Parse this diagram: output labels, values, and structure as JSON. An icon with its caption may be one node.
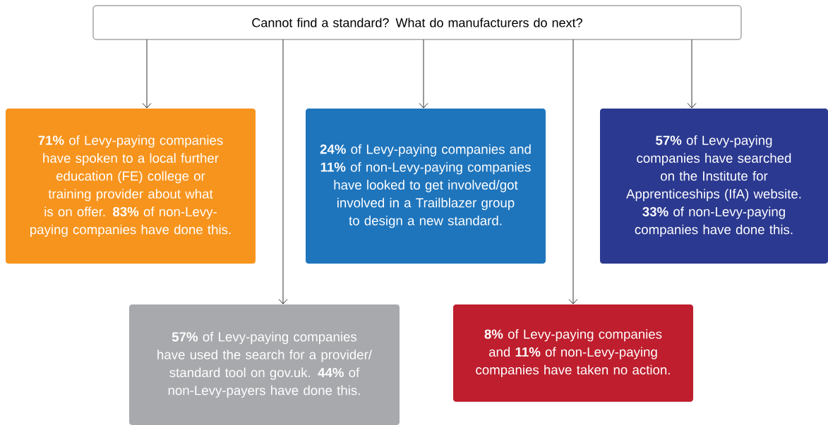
{
  "diagram": {
    "nodes": [
      {
        "text": [
          "Cannot find a standard? What do manufacturers do next?"
        ]
      },
      {
        "text": [
          "**71%** of Levy-paying companies have spoken to a local further education (FE) college or training provider about what is on offer. **83%** of non-Levy-paying companies have done this."
        ]
      },
      {
        "text": [
          "**24%** of Levy-paying companies and **11%** of non-Levy-paying companies have looked to get involved/got involved in a Trailblazer group to design a new standard."
        ]
      },
      {
        "text": [
          "**57%** of Levy-paying companies have searched on the Institute for Apprenticeships (IfA) website. **33%** of non-Levy-paying companies have done this."
        ]
      },
      {
        "text": [
          "**57%** of Levy-paying companies have used the search for a provider/ standard tool on gov.uk. **44%** of non-Levy-payers have done this."
        ]
      },
      {
        "text": [
          "**8%** of Levy-paying companies and **11%** of non-Levy-paying companies have taken no action."
        ]
      }
    ],
    "edges": [
      {
        "from": 0,
        "to": 1,
        "arrow": "to"
      },
      {
        "from": 0,
        "to": 4,
        "arrow": "to"
      },
      {
        "from": 0,
        "to": 2,
        "arrow": "to"
      },
      {
        "from": 0,
        "to": 5,
        "arrow": "to"
      },
      {
        "from": 0,
        "to": 3,
        "arrow": "to"
      }
    ]
  }
}
